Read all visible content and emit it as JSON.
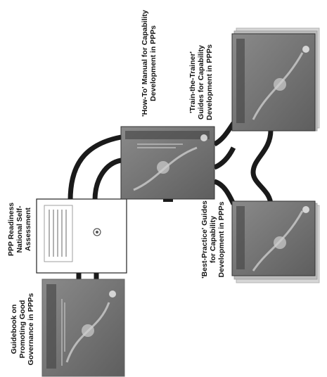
{
  "documents": [
    {
      "id": "guidebook",
      "caption": [
        "Guidebook on",
        "Promoting Good",
        "Governance in PPPs"
      ]
    },
    {
      "id": "readiness",
      "caption": [
        "PPP Readiness",
        "National Self-",
        "Assessment"
      ]
    },
    {
      "id": "howto",
      "caption": [
        "'How-To' Manual for Capability",
        "Development in PPPs"
      ]
    },
    {
      "id": "train",
      "caption": [
        "'Train-the-Trainer'",
        "Guides for Capability",
        "Development in PPPs"
      ]
    },
    {
      "id": "bestpractice",
      "caption": [
        "'Best-Practice' Guides",
        "for Capability",
        "Development in PPPs"
      ]
    }
  ],
  "colors": {
    "book_cover": "#7a7a7a",
    "book_dark": "#4a4a4a",
    "connector": "#1a1a1a",
    "paper": "#ffffff"
  }
}
